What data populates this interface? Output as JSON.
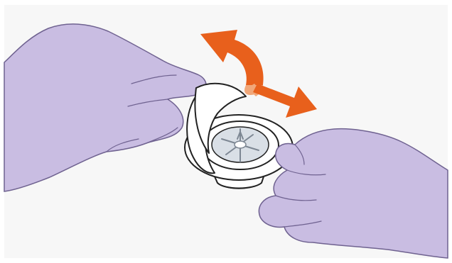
{
  "illustration": {
    "colors": {
      "background": "#ffffff",
      "panel": "#f7f7f7",
      "glove_fill": "#c9bde2",
      "glove_outline": "#6f6290",
      "arrow": "#e8601c",
      "arrow_light": "#f1a779",
      "device_fill": "#ffffff",
      "device_outline": "#222222",
      "device_inner": "#d9dfe6",
      "device_shadow": "#b9c0c8"
    },
    "icons": {
      "left_hand": "gloved-hand-left",
      "right_hand": "gloved-hand-right",
      "curved_arrow": "curved-arrow-icon",
      "straight_arrow": "straight-arrow-icon",
      "device": "vial-adapter",
      "peel_tab": "peel-lid"
    }
  }
}
